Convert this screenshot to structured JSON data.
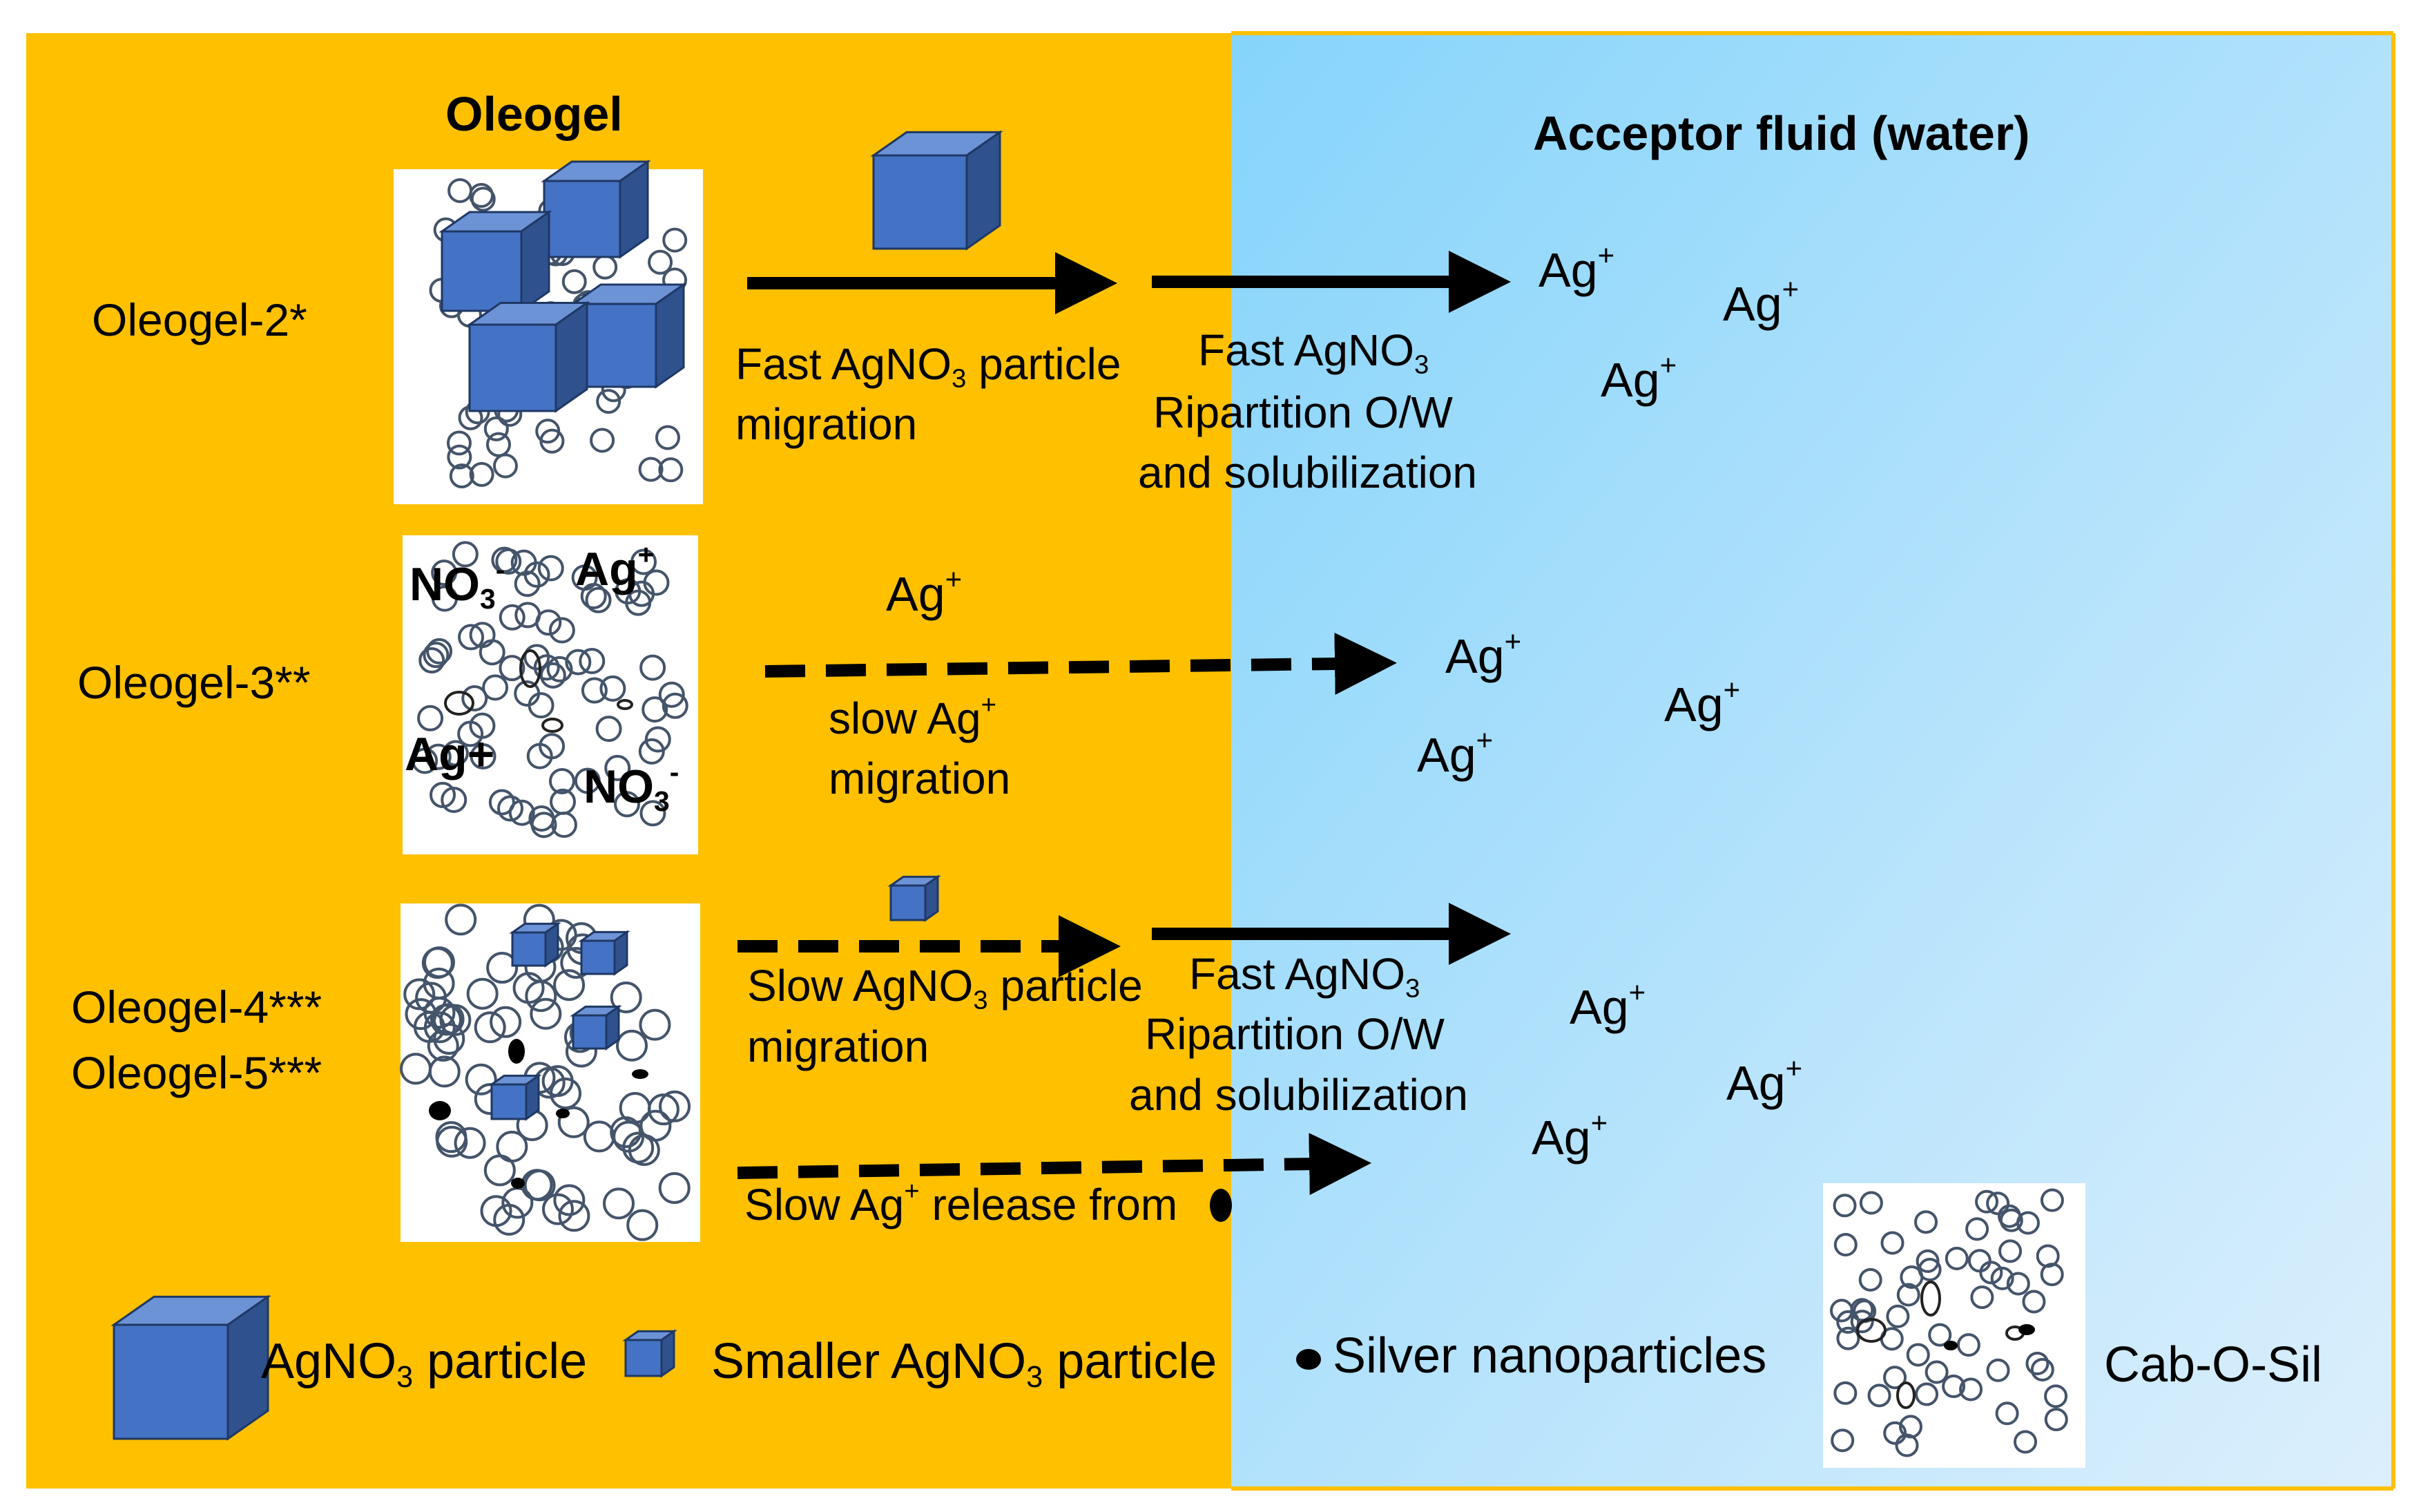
{
  "headers": {
    "oleogel": "Oleogel",
    "acceptor": "Acceptor fluid (water)"
  },
  "rows": {
    "oleogel2": "Oleogel-2*",
    "oleogel3": "Oleogel-3**",
    "oleogel4": "Oleogel-4***",
    "oleogel5": "Oleogel-5***"
  },
  "captions": {
    "fast_particle_a": "Fast AgNO",
    "fast_particle_sub": "3",
    "fast_particle_b": " particle",
    "migration": "migration",
    "fast_agno3_a": "Fast AgNO",
    "fast_agno3_sub": "3",
    "ripartition": "Ripartition O/W",
    "solubilization": "and solubilization",
    "slow_ag_a": "slow Ag",
    "slow_ag_sup": "+",
    "slow_particle_a": "Slow AgNO",
    "slow_particle_sub": "3",
    "slow_particle_b": " particle",
    "slow_release_a": "Slow Ag",
    "slow_release_sup": "+",
    "slow_release_b": " release from"
  },
  "ions": {
    "ag": "Ag",
    "plus": "+",
    "no": "NO",
    "three": "3",
    "minus": "-",
    "ag_plus_inline": "Ag+"
  },
  "legend": {
    "particle_a": "AgNO",
    "particle_sub": "3",
    "particle_b": " particle",
    "smaller_a": "Smaller AgNO",
    "smaller_sub": "3",
    "smaller_b": " particle",
    "nanoparticles": "Silver nanoparticles",
    "cabosil": "Cab-O-Sil"
  },
  "colors": {
    "oleogel_bg": "#FFC000",
    "water_bg_dark": "#86D4FB",
    "water_bg_light": "#DCEFFC",
    "cube_front": "#4472C4",
    "cube_top": "#6C93D6",
    "cube_side": "#2F528F",
    "circle_stroke": "#44546A"
  }
}
